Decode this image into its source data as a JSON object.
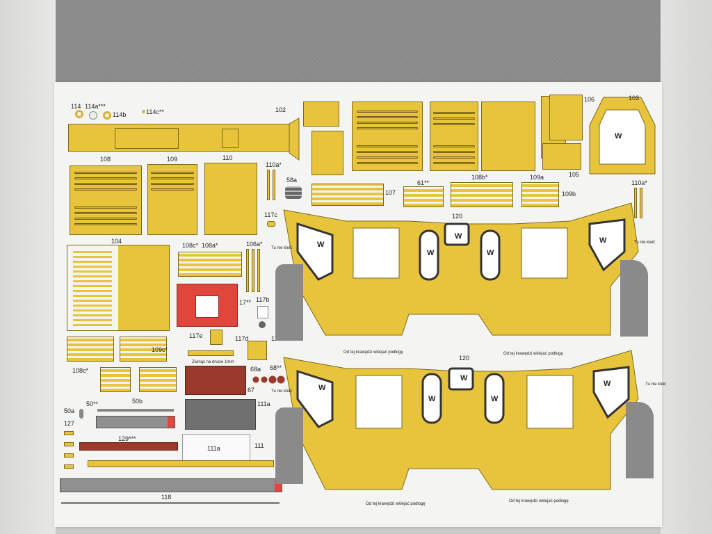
{
  "labels": {
    "p114": "114",
    "p114a": "114a***",
    "p114b": "114b",
    "p114c": "114c**",
    "p102": "102",
    "p103": "103",
    "p106": "106",
    "p105": "105",
    "p108": "108",
    "p109": "109",
    "p110": "110",
    "p110a": "110a*",
    "p110a2": "110a*",
    "p58a": "58a",
    "p107": "107",
    "p61": "61**",
    "p108b": "108b*",
    "p109a": "109a",
    "p109b": "109b",
    "p117c": "117c",
    "p104": "104",
    "p108c": "108c*",
    "p108a": "108a*",
    "p106a": "106a*",
    "p120a": "120",
    "p120b": "120",
    "p17": "17**",
    "p117b": "117b",
    "p117e": "117e",
    "p117d": "117d",
    "p117": "117",
    "p109c": "109c*",
    "p108c2": "108c*",
    "p68a": "68a",
    "p68": "68**",
    "p67": "67",
    "p111a": "111a",
    "p111a2": "111a",
    "p111": "111",
    "p50a": "50a",
    "p50": "50**",
    "p50b": "50b",
    "p127": "127",
    "p129": "129***",
    "p118": "118",
    "wire_note": "Zwinąć na drucie 1mm",
    "tu_nie_1": "Tu nie kleić",
    "tu_nie_2": "Tu nie kleić",
    "tu_nie_3": "Tu nie kleić",
    "tu_nie_4": "Tu nie kleić",
    "floor_1": "Od tej krawędzi wklejać podłogę",
    "floor_2": "Od tej krawędzi wklejać podłogę",
    "floor_3": "Od tej krawędzi wklejać podłogę",
    "floor_4": "Od tej krawędzi wklejać podłogę",
    "w": "W"
  },
  "colors": {
    "yellow": "#e8c43c",
    "outline": "#7d6a1b",
    "red": "#e0463c",
    "brown": "#9a3a2a",
    "gray": "#909090"
  }
}
